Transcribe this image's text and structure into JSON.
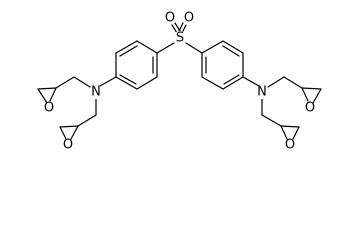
{
  "molecule": {
    "atoms": {
      "sulfur": "S",
      "sulfonyl_oxygen_left": "O",
      "sulfonyl_oxygen_right": "O",
      "amine_left": "N",
      "amine_right": "N",
      "epoxide_oxygen_1": "O",
      "epoxide_oxygen_2": "O",
      "epoxide_oxygen_3": "O",
      "epoxide_oxygen_4": "O"
    },
    "colors": {
      "bond": "#000000",
      "label": "#000000",
      "background": "#ffffff"
    }
  }
}
